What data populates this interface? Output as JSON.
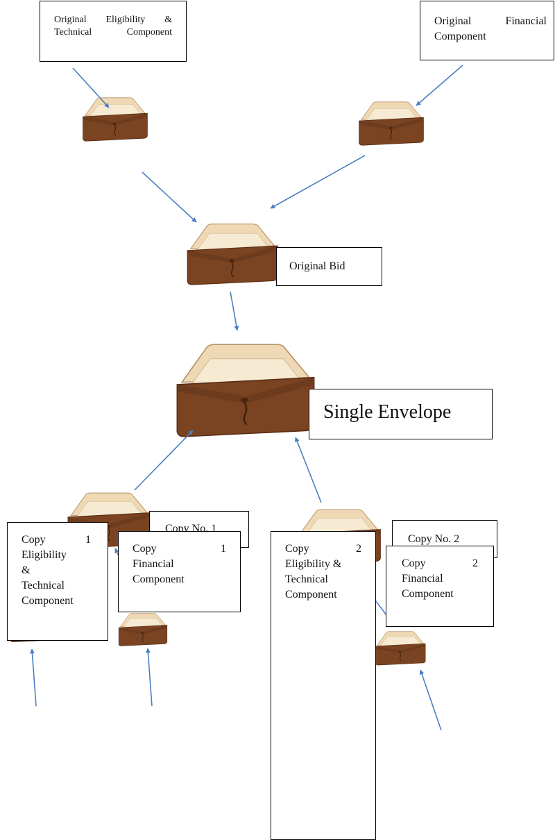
{
  "colors": {
    "arrow": "#4a7ec3",
    "envelope_body": "#7a4321",
    "envelope_body_dark": "#5a2f15",
    "envelope_flap": "#efd9b4",
    "envelope_flap_edge": "#b8956a",
    "envelope_paper": "#f6ead2",
    "box_border": "#000000",
    "text": "#111111"
  },
  "icons": {
    "envelope": "leather-envelope-icon",
    "arrow": "arrow-icon"
  },
  "boxes": {
    "original_eligibility_technical": "Original Eligibility &\nTechnical Component",
    "original_financial": "Original Financial\nComponent",
    "original_bid": "Original Bid",
    "single_envelope": "Single Envelope",
    "copy_no_1": "Copy No. 1",
    "copy_no_2": "Copy No. 2",
    "copy1_eligibility_technical": {
      "line1_left": "Copy",
      "line1_right": "1",
      "rest": "Eligibility\n&\nTechnical\nComponent"
    },
    "copy1_financial": {
      "line1_left": "Copy",
      "line1_right": "1",
      "rest": "Financial\nComponent"
    },
    "copy2_eligibility_technical": {
      "line1_left": "Copy",
      "line1_right": "2",
      "rest": "Eligibility &\nTechnical\nComponent"
    },
    "copy2_financial": {
      "line1_left": "Copy",
      "line1_right": "2",
      "rest": "Financial\nComponent"
    }
  }
}
